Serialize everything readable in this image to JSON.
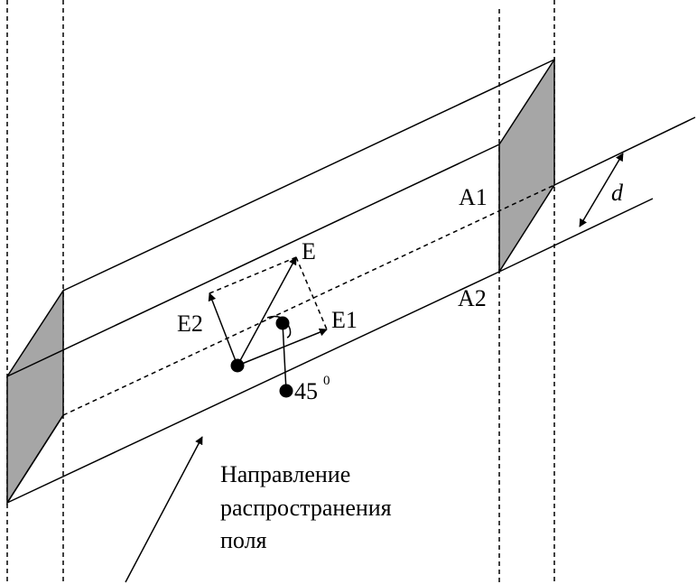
{
  "labels": {
    "E": "E",
    "E1": "E1",
    "E2": "E2",
    "A1": "A1",
    "A2": "A2",
    "d": "d",
    "angle_value": "45",
    "angle_sup": "0",
    "caption": [
      "Направление",
      "распространения",
      "поля"
    ]
  },
  "colors": {
    "stroke": "#000000",
    "face_fill": "#a6a6a6",
    "background": "#ffffff"
  }
}
